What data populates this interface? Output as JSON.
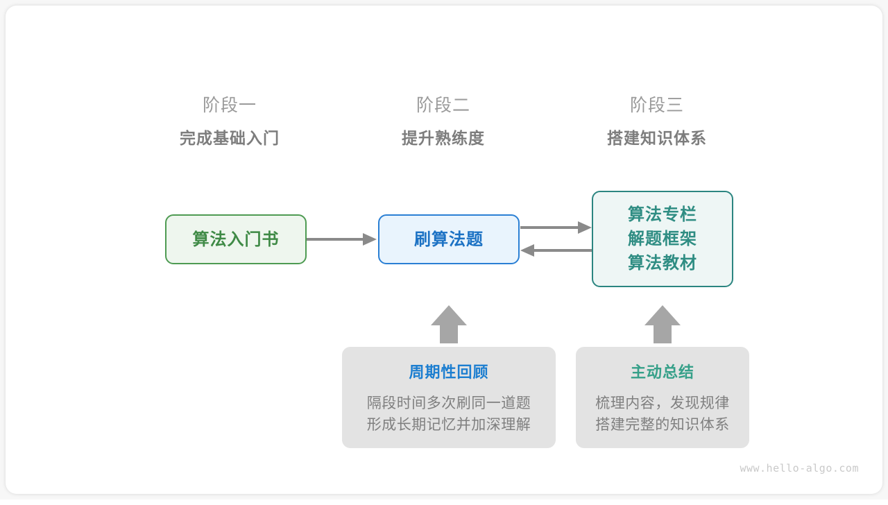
{
  "watermark": "www.hello-algo.com",
  "colors": {
    "card_bg": "#ffffff",
    "page_bg": "#f7f7f7",
    "green_border": "#4e9b52",
    "green_fill": "#eef6ee",
    "green_text": "#3f8a46",
    "blue_border": "#2a7fd4",
    "blue_fill": "#e9f4fd",
    "blue_text": "#1c72c4",
    "teal_border": "#2b8580",
    "teal_fill": "#eef6f5",
    "teal_text": "#2f8d83",
    "note_bg": "#e3e3e3",
    "note_body_text": "#7f7f7f",
    "note_title_blue": "#1c7ed0",
    "note_title_teal": "#36a089",
    "arrow_gray": "#8a8a8a",
    "block_arrow_gray": "#a6a6a6",
    "stage_sub_text": "#9a9a9a",
    "stage_title_text": "#7d7d7d",
    "watermark_text": "#c9c9c9"
  },
  "stages": [
    {
      "stage_label": "阶段一",
      "stage_title": "完成基础入门"
    },
    {
      "stage_label": "阶段二",
      "stage_title": "提升熟练度"
    },
    {
      "stage_label": "阶段三",
      "stage_title": "搭建知识体系"
    }
  ],
  "nodes": {
    "book": {
      "lines": [
        "算法入门书"
      ]
    },
    "practice": {
      "lines": [
        "刷算法题"
      ]
    },
    "resources": {
      "lines": [
        "算法专栏",
        "解题框架",
        "算法教材"
      ]
    }
  },
  "notes": [
    {
      "title": "周期性回顾",
      "body_lines": [
        "隔段时间多次刷同一道题",
        "形成长期记忆并加深理解"
      ]
    },
    {
      "title": "主动总结",
      "body_lines": [
        "梳理内容，发现规律",
        "搭建完整的知识体系"
      ]
    }
  ],
  "arrows": [
    {
      "name": "book-to-practice",
      "direction": "right"
    },
    {
      "name": "practice-to-resources",
      "direction": "right"
    },
    {
      "name": "resources-to-practice",
      "direction": "left"
    },
    {
      "name": "review-to-practice",
      "direction": "up"
    },
    {
      "name": "summary-to-resources",
      "direction": "up"
    }
  ]
}
